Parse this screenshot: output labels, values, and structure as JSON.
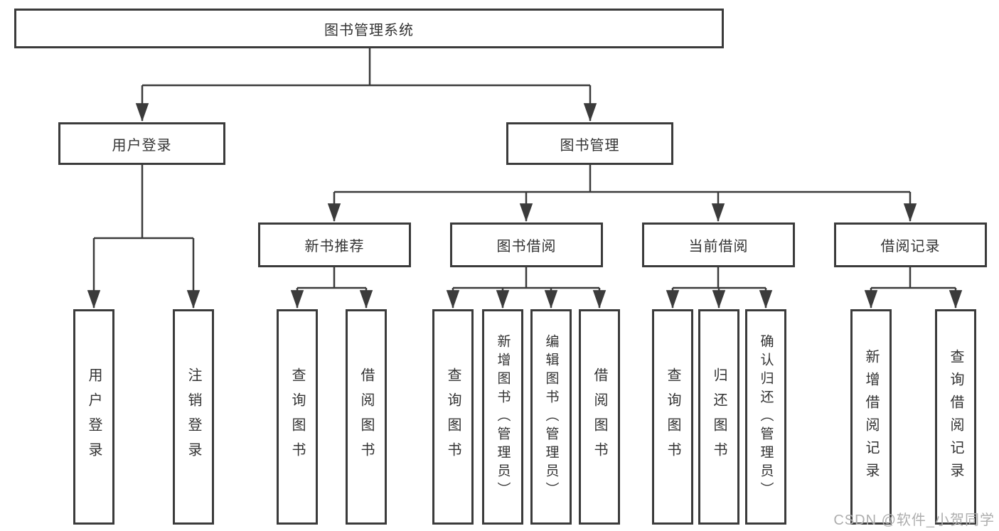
{
  "diagram": {
    "title": "图书管理系统",
    "level2": [
      {
        "label": "用户登录"
      },
      {
        "label": "图书管理"
      }
    ],
    "level3": [
      {
        "label": "新书推荐"
      },
      {
        "label": "图书借阅"
      },
      {
        "label": "当前借阅"
      },
      {
        "label": "借阅记录"
      }
    ],
    "leaves": {
      "user_login": [
        "用户登录",
        "注销登录"
      ],
      "new_book": [
        "查询图书",
        "借阅图书"
      ],
      "book_borrow": [
        "查询图书",
        "新增图书（管理员）",
        "编辑图书（管理员）",
        "借阅图书"
      ],
      "current_borrow": [
        "查询图书",
        "归还图书",
        "确认归还（管理员）"
      ],
      "borrow_record": [
        "新增借阅记录",
        "查询借阅记录"
      ]
    }
  },
  "watermark": "CSDN @软件_小贺同学",
  "colors": {
    "line": "#3b3b3b",
    "border": "#3b3b3b",
    "text": "#333333",
    "watermark": "#aeaeae",
    "background": "#ffffff"
  }
}
